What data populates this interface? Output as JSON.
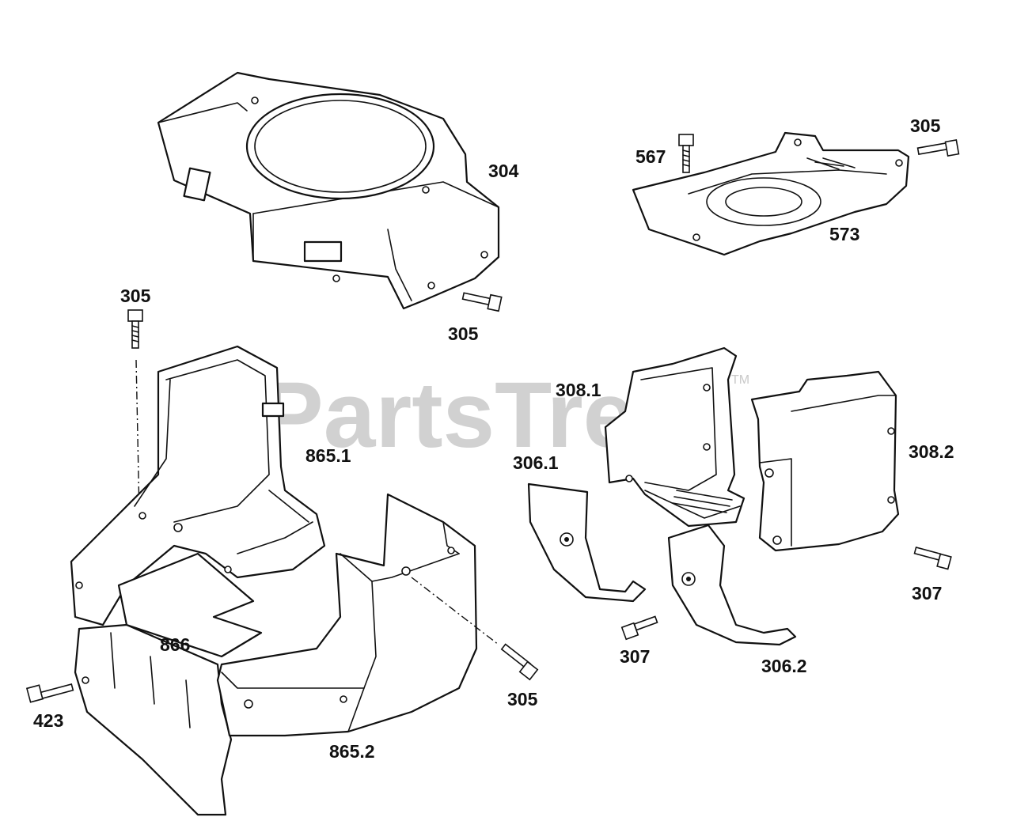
{
  "watermark": {
    "text": "PartsTree",
    "mark": "TM"
  },
  "labels": {
    "l304": "304",
    "l305_top_right": "305",
    "l567": "567",
    "l573": "573",
    "l305_left": "305",
    "l305_mid": "305",
    "l308_1": "308.1",
    "l308_2": "308.2",
    "l306_1": "306.1",
    "l306_2": "306.2",
    "l865_1": "865.1",
    "l865_2": "865.2",
    "l866": "866",
    "l307_left": "307",
    "l307_right": "307",
    "l305_bottom": "305",
    "l423": "423"
  }
}
